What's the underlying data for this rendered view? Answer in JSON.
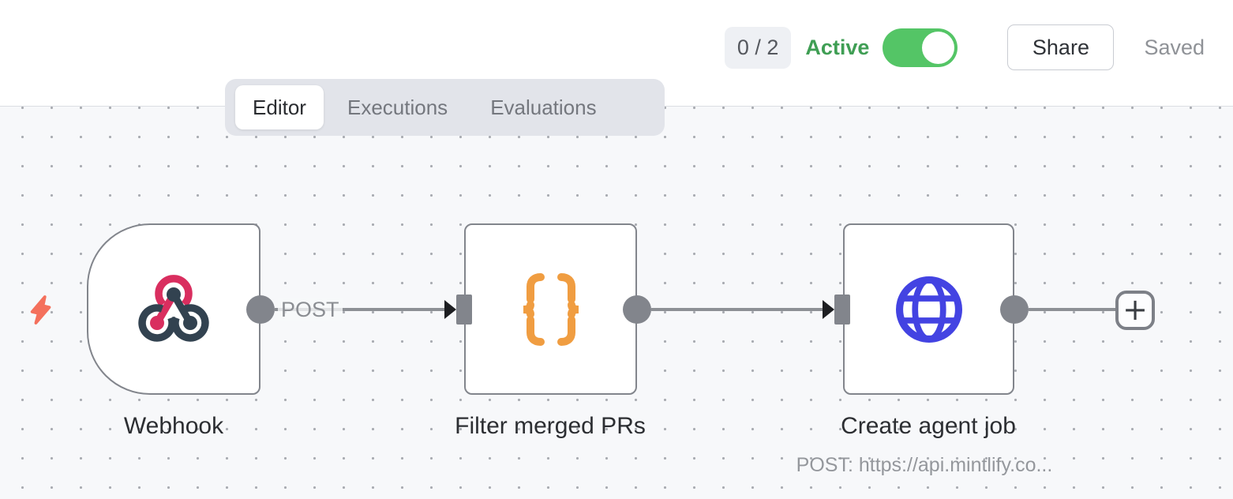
{
  "header": {
    "issues_badge": "0 / 2",
    "active_label": "Active",
    "active_toggle_state": "on",
    "share_label": "Share",
    "saved_label": "Saved"
  },
  "tabs": [
    {
      "label": "Editor",
      "active": true
    },
    {
      "label": "Executions",
      "active": false
    },
    {
      "label": "Evaluations",
      "active": false
    }
  ],
  "workflow": {
    "nodes": [
      {
        "name": "Webhook",
        "icon": "webhook-icon",
        "output_label": "POST"
      },
      {
        "name": "Filter merged PRs",
        "icon": "curly-braces-icon"
      },
      {
        "name": "Create agent job",
        "icon": "globe-icon",
        "subtitle": "POST: https://api.mintlify.co..."
      }
    ],
    "add_button_label": "+",
    "colors": {
      "webhook_pink": "#d92e5f",
      "webhook_slate": "#324250",
      "code_orange": "#f09d41",
      "http_blue": "#4343e2",
      "trigger_bolt_coral": "#f4705c",
      "toggle_green": "#54c566",
      "active_text_green": "#3f9e54",
      "node_border_gray": "#82858c"
    }
  }
}
